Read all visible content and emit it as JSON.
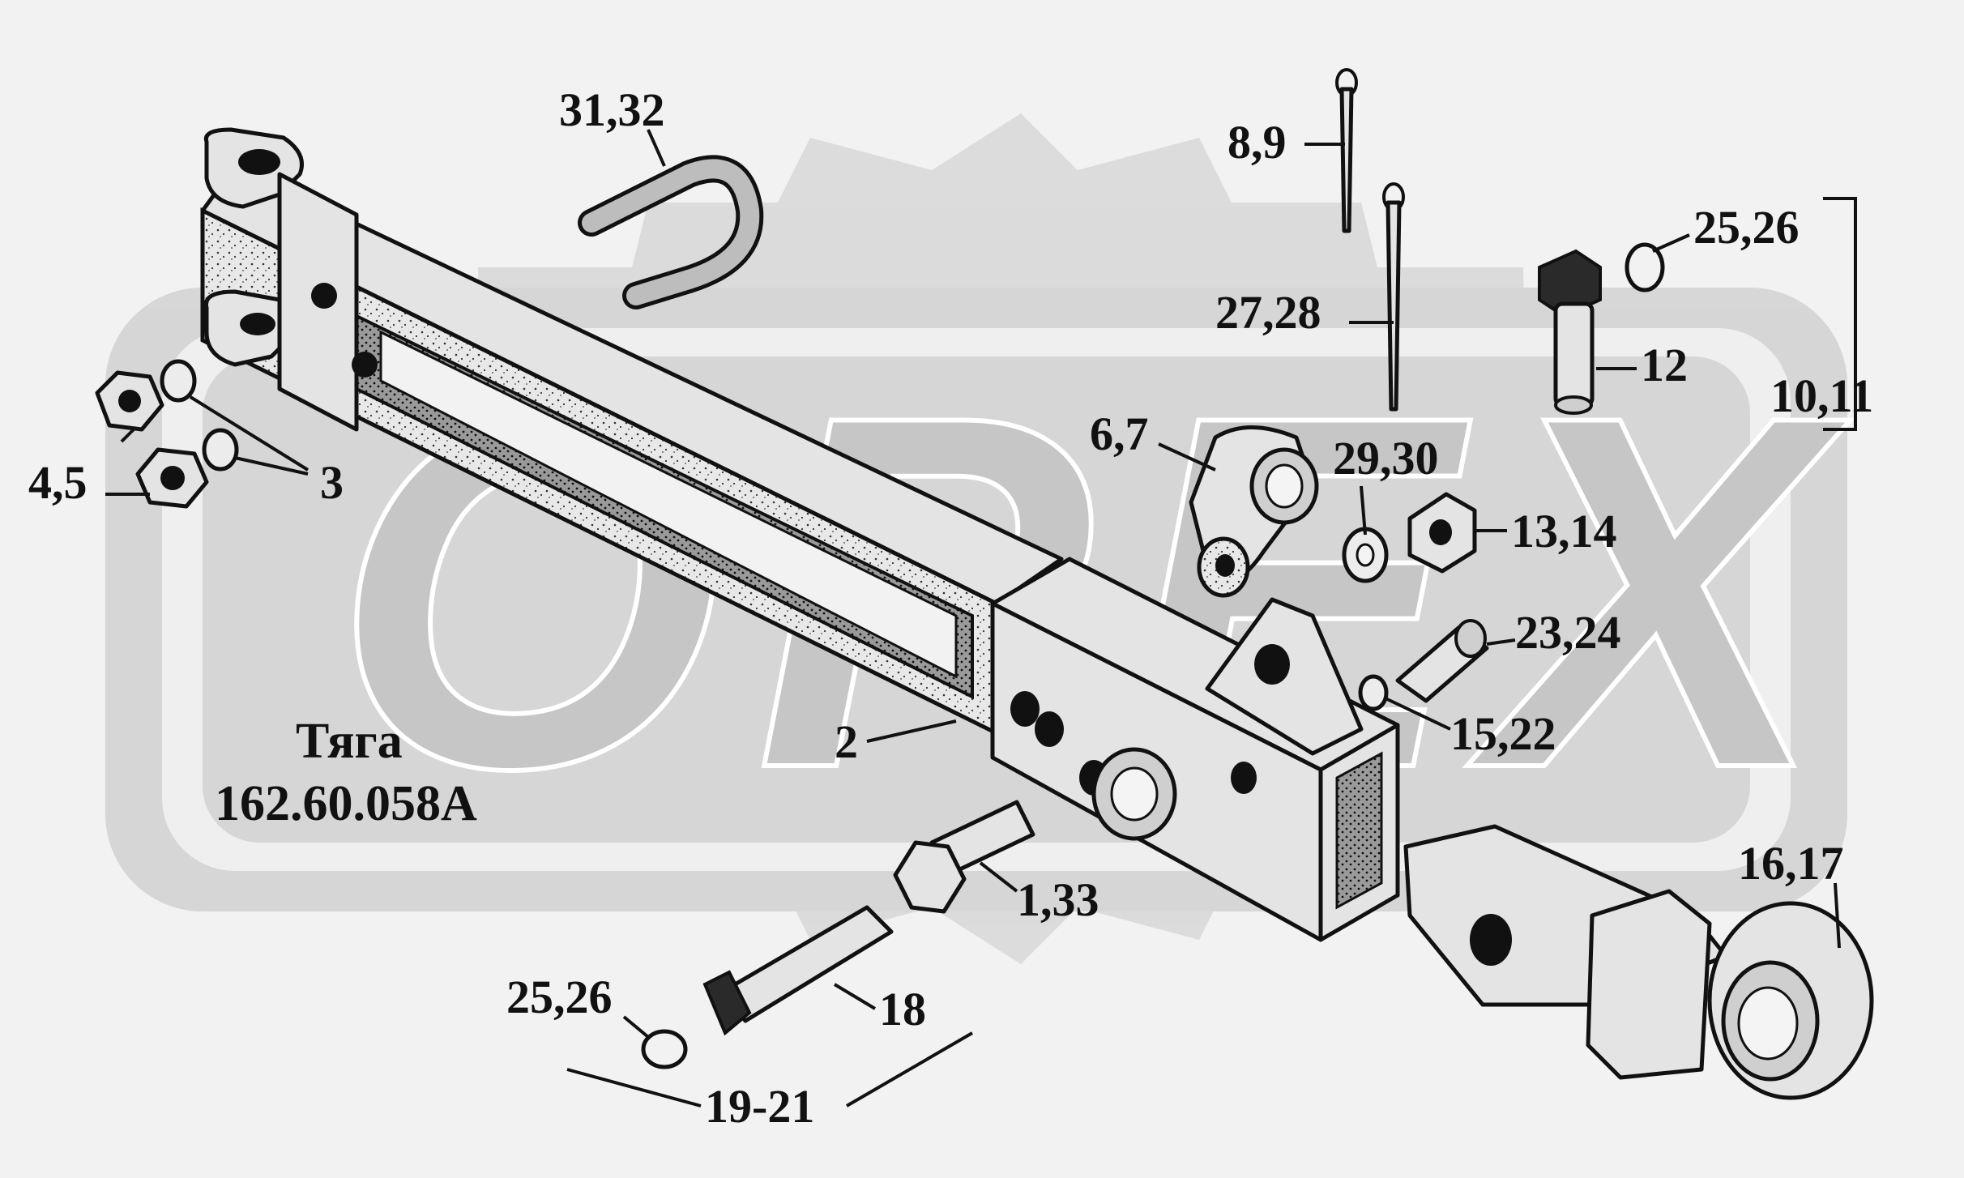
{
  "diagram": {
    "title": "Тяга",
    "part_number": "162.60.058A",
    "watermark": "OPEX",
    "labels": {
      "p31_32": "31,32",
      "p8_9": "8,9",
      "p25_26_top": "25,26",
      "p27_28": "27,28",
      "p12": "12",
      "p10_11": "10,11",
      "p6_7": "6,7",
      "p29_30": "29,30",
      "p13_14": "13,14",
      "p4_5": "4,5",
      "p3": "3",
      "p23_24": "23,24",
      "p2": "2",
      "p15_22": "15,22",
      "p16_17": "16,17",
      "p1_33": "1,33",
      "p25_26_bottom": "25,26",
      "p18": "18",
      "p19_21": "19-21"
    }
  }
}
